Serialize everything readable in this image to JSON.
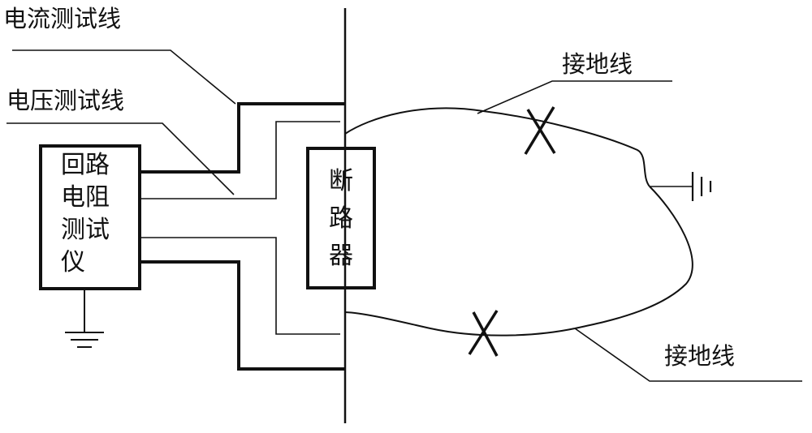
{
  "labels": {
    "current_wire": "电流测试线",
    "voltage_wire": "电压测试线",
    "ground_wire_top": "接地线",
    "ground_wire_bottom": "接地线"
  },
  "tester": {
    "name_lines": [
      "回路",
      "电阻",
      "测试",
      "仪"
    ]
  },
  "breaker": {
    "name_lines": [
      "断",
      "路",
      "器"
    ]
  },
  "colors": {
    "line": "#111111",
    "background": "#ffffff"
  },
  "icons": [
    "ground-symbol-icon",
    "break-cross-icon"
  ]
}
